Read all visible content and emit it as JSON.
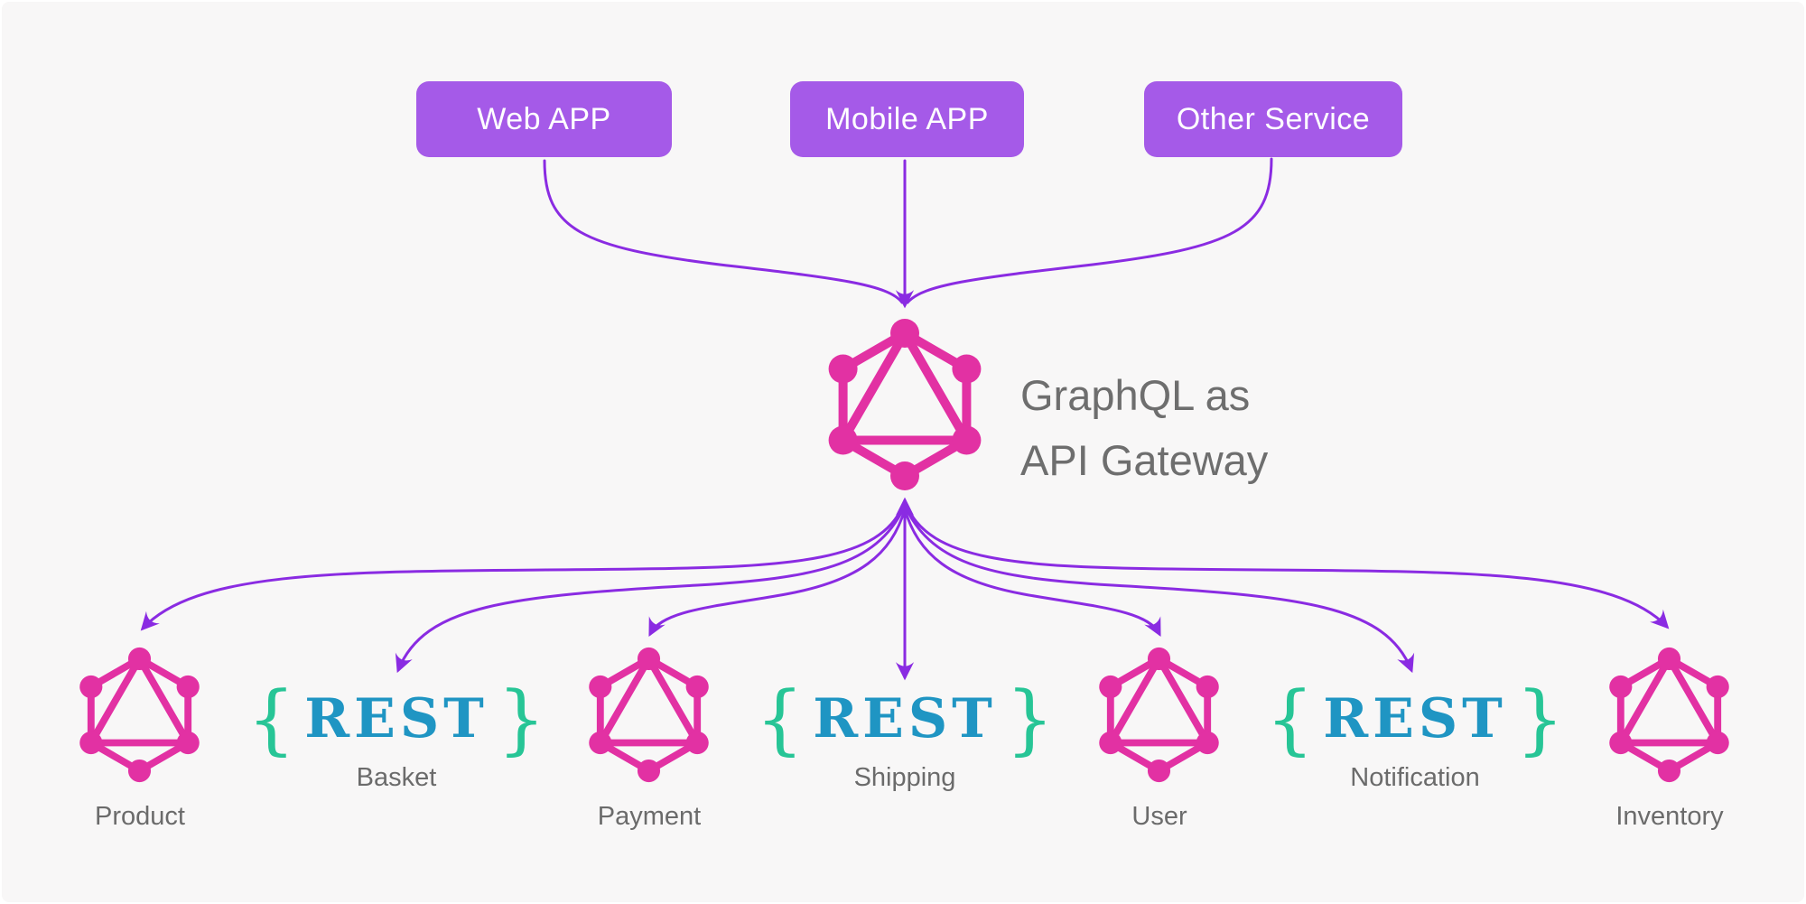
{
  "diagram_title": "GraphQL as API Gateway",
  "colors": {
    "background": "#f8f7f7",
    "client_box_purple": "#a55ae8",
    "arrow_purple": "#8a2be2",
    "graphql_pink": "#e231a3",
    "rest_blue": "#1f95c3",
    "brace_green": "#27c596",
    "label_gray": "#6b6b6b",
    "client_text": "#ffffff"
  },
  "clients": [
    {
      "label": "Web APP"
    },
    {
      "label": "Mobile APP"
    },
    {
      "label": "Other Service"
    }
  ],
  "gateway": {
    "icon": "graphql-logo-icon",
    "title_line1": "GraphQL as",
    "title_line2": "API Gateway"
  },
  "rest_logo": {
    "open": "{",
    "text": "REST",
    "close": "}"
  },
  "services": [
    {
      "type": "graphql",
      "label": "Product"
    },
    {
      "type": "rest",
      "label": "Basket"
    },
    {
      "type": "graphql",
      "label": "Payment"
    },
    {
      "type": "rest",
      "label": "Shipping"
    },
    {
      "type": "graphql",
      "label": "User"
    },
    {
      "type": "rest",
      "label": "Notification"
    },
    {
      "type": "graphql",
      "label": "Inventory"
    }
  ]
}
